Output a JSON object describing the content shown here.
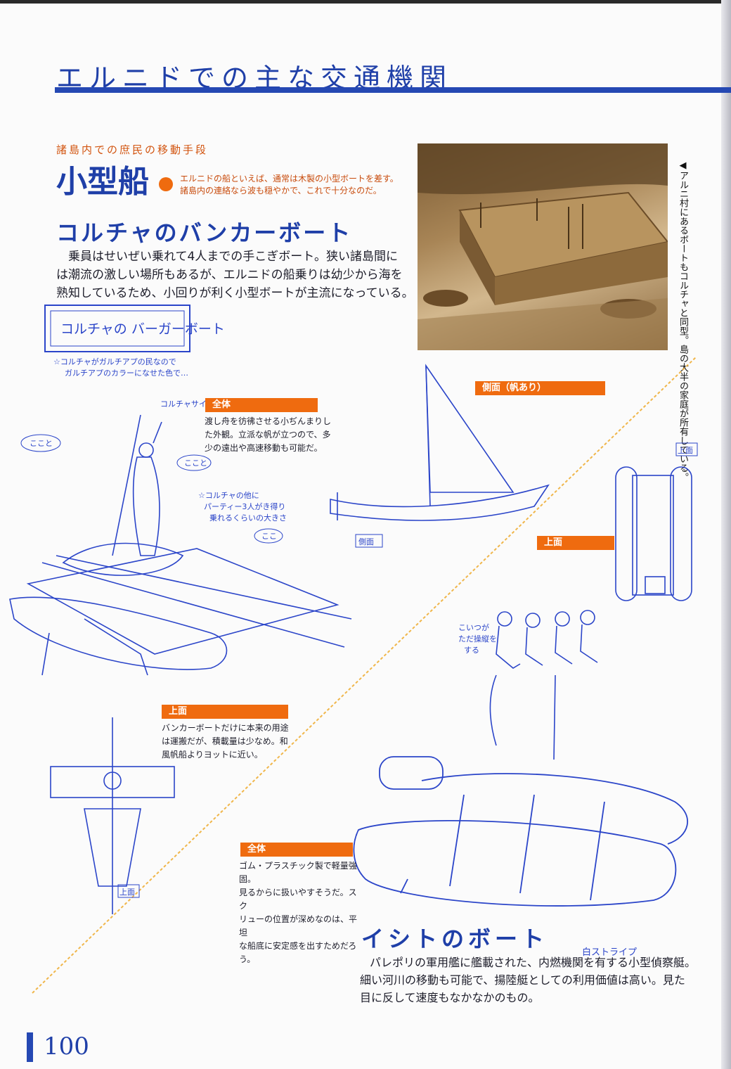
{
  "header": {
    "title": "エルニドでの主な交通機関",
    "page_number": "100"
  },
  "small_boat": {
    "kicker": "諸島内での庶民の移動手段",
    "heading": "小型船",
    "intro_lines": [
      "エルニドの船といえば、通常は木製の小型ボートを差す。",
      "諸島内の連絡なら波も穏やかで、これで十分なのだ。"
    ]
  },
  "bunker_boat": {
    "heading": "コルチャのバンカーボート",
    "body_lines": [
      "乗員はせいぜい乗れて4人までの手こぎボート。狭い諸島間に",
      "は潮流の激しい場所もあるが、エルニドの船乗りは幼少から海を",
      "熟知しているため、小回りが利く小型ボートが主流になっている。"
    ]
  },
  "photo_caption": "◀アルニ村にあるボートもコルチャと同型。島の大半の家庭が所有している。",
  "labels": {
    "zentai_1": "全体",
    "side": "側面（帆あり）",
    "top_1": "上面",
    "top_2": "上面",
    "zentai_2": "全体"
  },
  "descriptions": {
    "zentai_1": [
      "渡し舟を彷彿させる小ぢんまりし",
      "た外観。立派な帆が立つので、多",
      "少の遠出や高速移動も可能だ。"
    ],
    "top_1": [
      "バンカーボートだけに本来の用途",
      "は運搬だが、積載量は少なめ。和",
      "風帆船よりヨットに近い。"
    ],
    "zentai_2": [
      "ゴム・プラスチック製で軽量強固。",
      "見るからに扱いやすそうだ。スク",
      "リューの位置が深めなのは、平坦",
      "な船底に安定感を出すためだろう。"
    ]
  },
  "sketch_notes": {
    "box_title": "コルチャの バーガーボート",
    "note_1": "☆コルチャがガルチアプの民なので",
    "note_2": "ガルチアプのカラーになせた色で…",
    "size": "コルチャサイズ",
    "koko_1": "ここと",
    "koko_2": "ここと",
    "koko_3": "ここ",
    "party": "☆コルチャの他に",
    "party_2": "パーティー3人がき得り",
    "party_3": "乗れるくらいの大きさ",
    "side_mark": "側面",
    "top_mark": "上面",
    "top_mark_2": "上面",
    "aitsu": "こいつが",
    "aitsu_2": "ただ操縦を",
    "aitsu_3": "する",
    "stripe": "白ストライプ"
  },
  "ishito_boat": {
    "heading": "イシトのボート",
    "body_lines": [
      "パレポリの軍用艦に艦載された、内燃機関を有する小型偵察艇。",
      "細い河川の移動も可能で、揚陸艇としての利用価値は高い。見た",
      "目に反して速度もなかなかのもの。"
    ]
  },
  "colors": {
    "accent_blue": "#2548b3",
    "label_orange": "#ef6b0f",
    "sketch_blue": "#2b45c9"
  }
}
